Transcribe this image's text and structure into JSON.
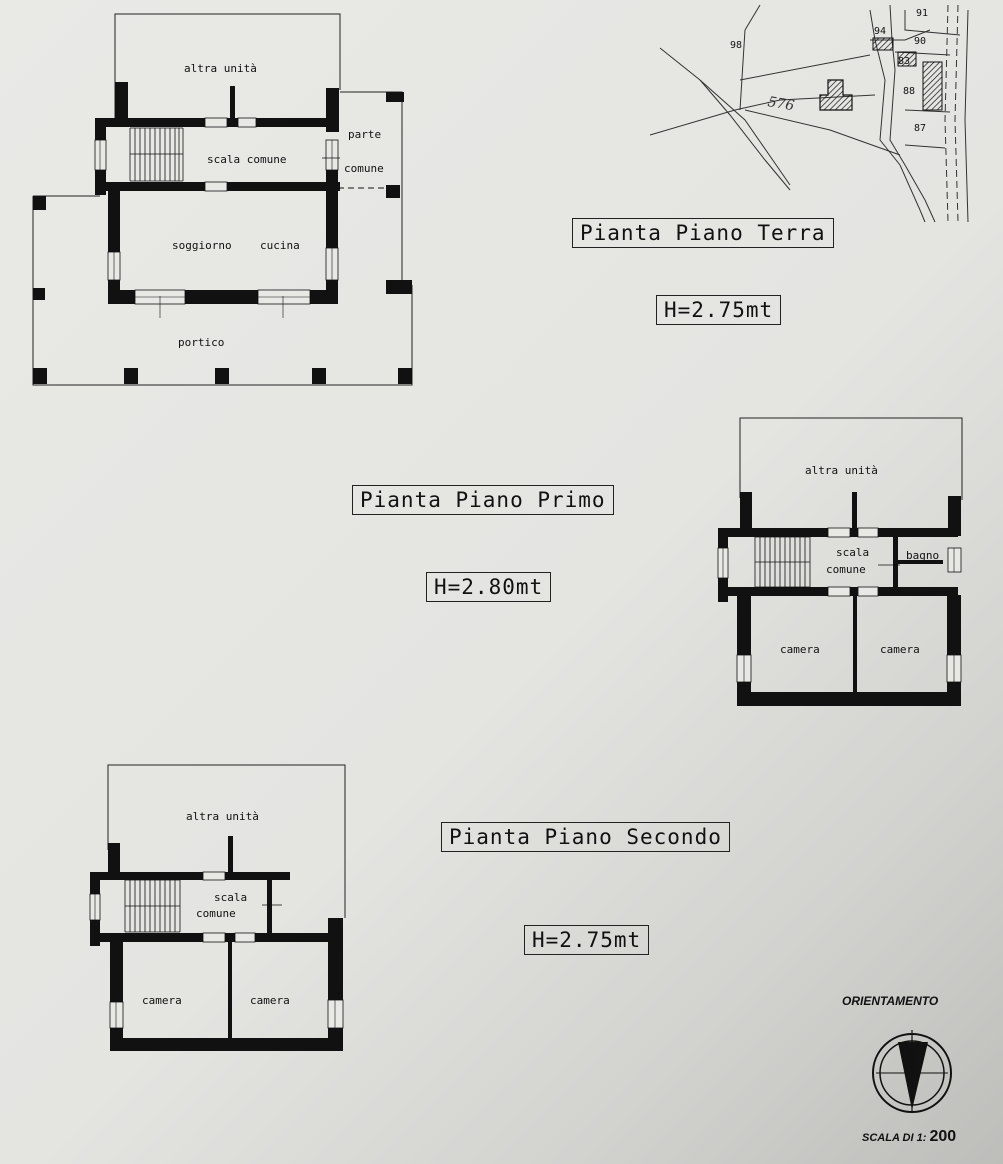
{
  "sheet": {
    "ground_floor": {
      "title": "Pianta Piano Terra",
      "height": "H=2.75mt",
      "rooms": {
        "other_unit": "altra  unità",
        "shared_part_1": "parte",
        "shared_part_2": "comune",
        "shared_stairs": "scala comune",
        "living": "soggiorno",
        "kitchen": "cucina",
        "porch": "portico"
      }
    },
    "first_floor": {
      "title": "Pianta Piano Primo",
      "height": "H=2.80mt",
      "rooms": {
        "other_unit": "altra  unità",
        "stairs_1": "scala",
        "stairs_2": "comune",
        "bath": "bagno",
        "bedroom_left": "camera",
        "bedroom_right": "camera"
      }
    },
    "second_floor": {
      "title": "Pianta Piano Secondo",
      "height": "H=2.75mt",
      "rooms": {
        "other_unit": "altra    unità",
        "stairs_1": "scala",
        "stairs_2": "comune",
        "bedroom_left": "camera",
        "bedroom_right": "camera"
      }
    },
    "cadastral_map": {
      "parcels": [
        "98",
        "91",
        "94",
        "90",
        "83",
        "88",
        "87"
      ],
      "highlight": "576"
    },
    "orientation_label": "ORIENTAMENTO",
    "scale_label": "SCALA DI 1:",
    "scale_value": "200"
  }
}
